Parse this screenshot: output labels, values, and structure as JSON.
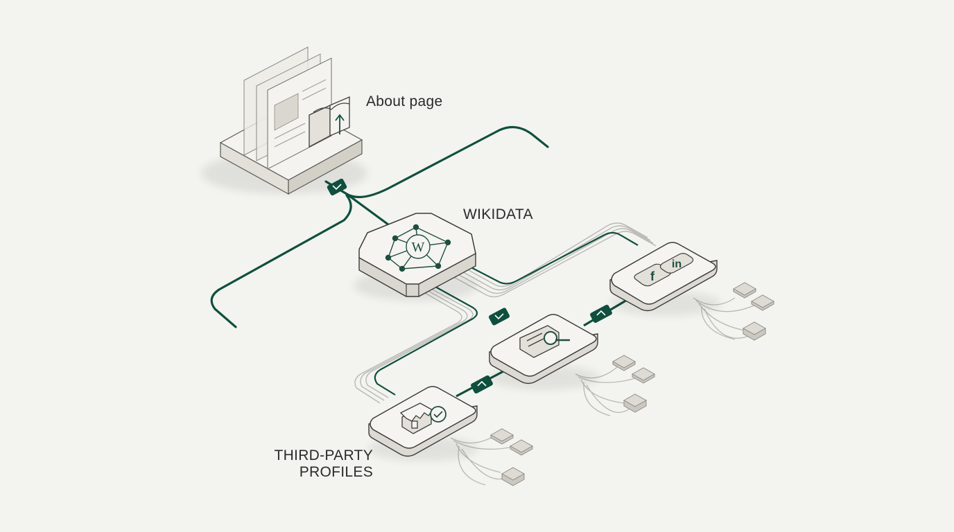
{
  "labels": {
    "about": "About page",
    "wikidata": "WIKIDATA",
    "third_party": "THIRD-PARTY\nPROFILES"
  },
  "icons": {
    "about_node": "book-upload-icon",
    "wikidata_node": "wikipedia-network-icon",
    "social_node": "facebook-linkedin-icon",
    "search_node": "document-search-icon",
    "store_node": "verified-store-icon",
    "connector": "check-chevron-icon"
  },
  "colors": {
    "background": "#f3f3ef",
    "accent": "#0f4f3e",
    "node_top": "#f4f3ef",
    "node_side": "#dcdad3",
    "outline": "#3b3b3b",
    "wire": "#b9b9b4",
    "leaf": "#dedbd4"
  }
}
